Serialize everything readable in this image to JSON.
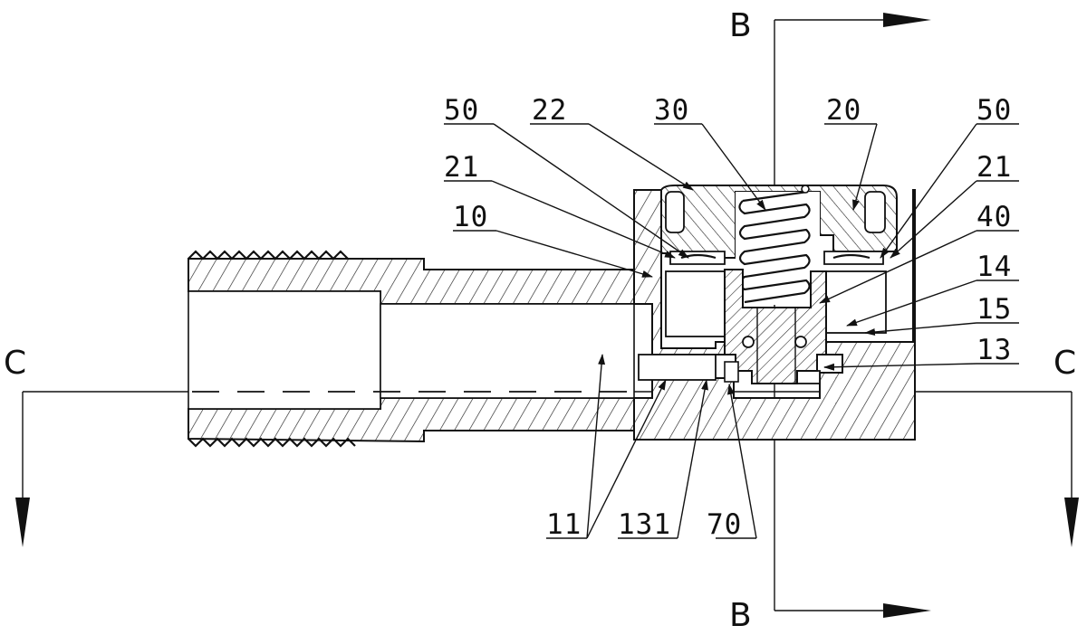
{
  "figure": {
    "section_labels": {
      "top": "B",
      "bottom": "B",
      "left": "C",
      "right": "C"
    },
    "callouts": [
      {
        "id": "50-left",
        "text": "50"
      },
      {
        "id": "22",
        "text": "22"
      },
      {
        "id": "30",
        "text": "30"
      },
      {
        "id": "20",
        "text": "20"
      },
      {
        "id": "50-right",
        "text": "50"
      },
      {
        "id": "21-left",
        "text": "21"
      },
      {
        "id": "21-right",
        "text": "21"
      },
      {
        "id": "10",
        "text": "10"
      },
      {
        "id": "40",
        "text": "40"
      },
      {
        "id": "14",
        "text": "14"
      },
      {
        "id": "15",
        "text": "15"
      },
      {
        "id": "13",
        "text": "13"
      },
      {
        "id": "11",
        "text": "11"
      },
      {
        "id": "131",
        "text": "131"
      },
      {
        "id": "70",
        "text": "70"
      }
    ]
  }
}
